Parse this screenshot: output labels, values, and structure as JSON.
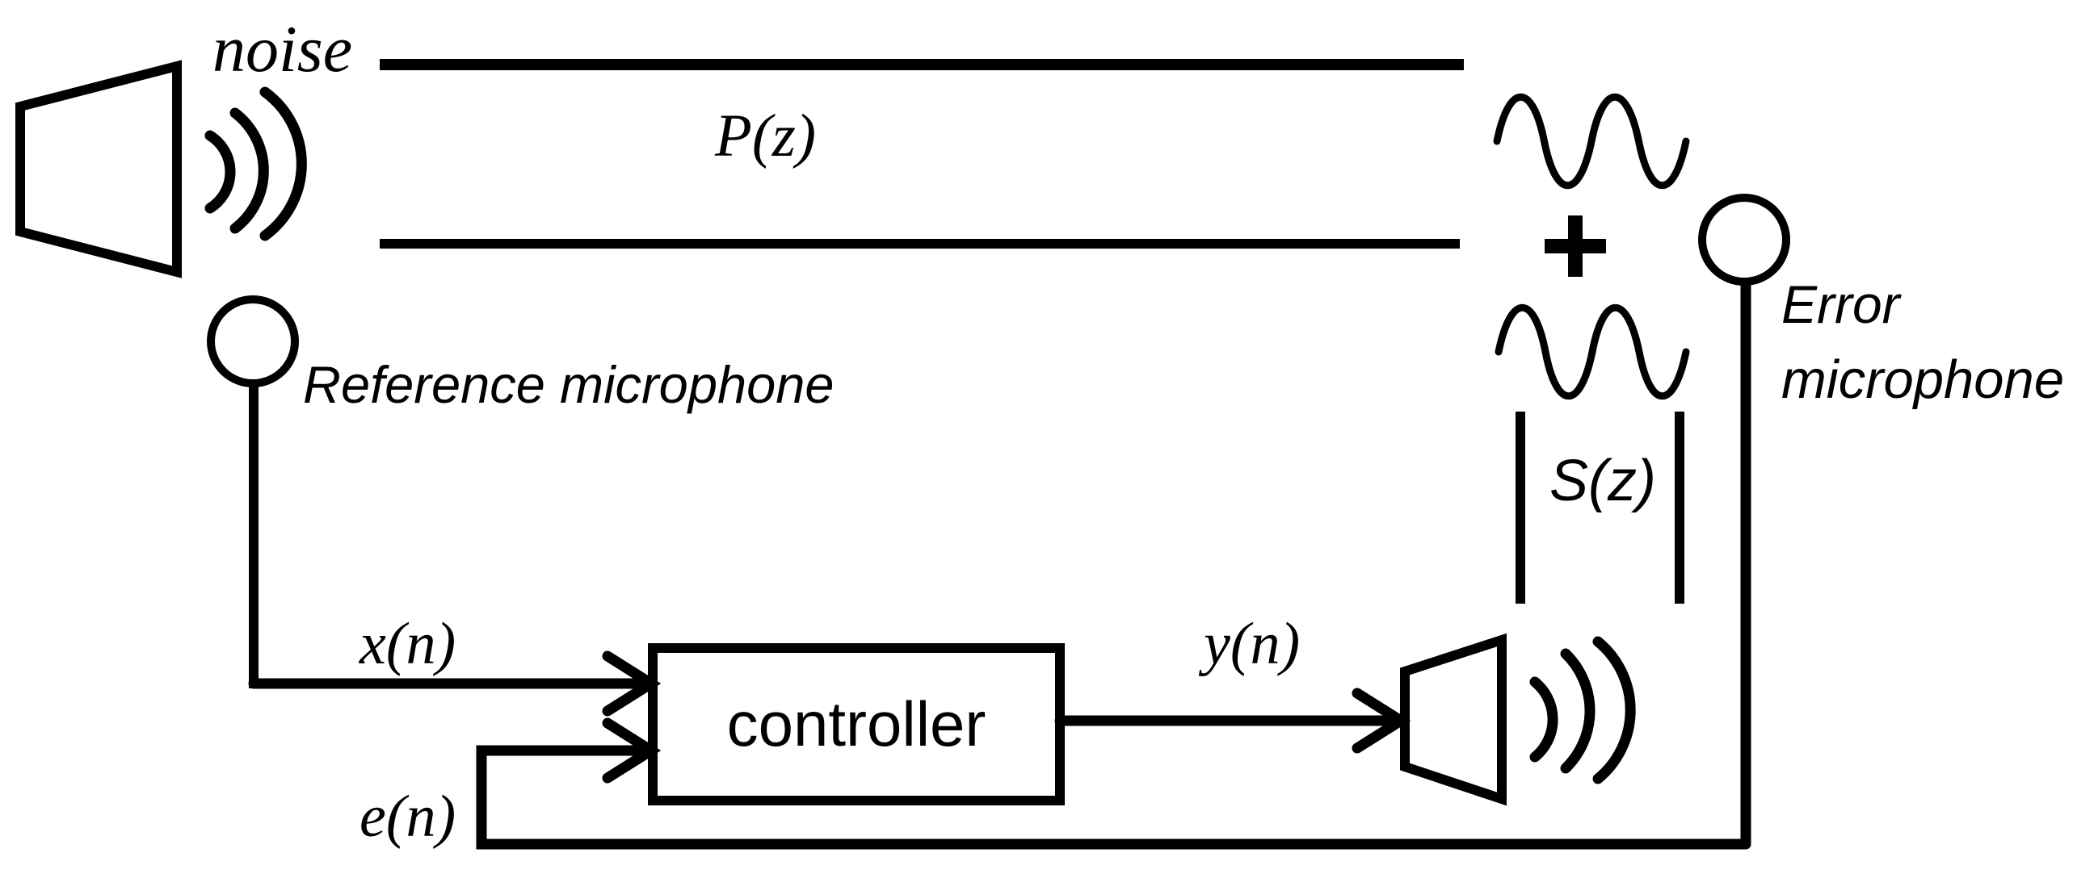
{
  "diagram": {
    "background_color": "#ffffff",
    "line_color": "#000000",
    "labels": {
      "noise": "noise",
      "primary_path": "P(z)",
      "secondary_path": "S(z)",
      "reference_microphone": "Reference microphone",
      "error_microphone_line1": "Error",
      "error_microphone_line2": "microphone",
      "reference_signal": "x(n)",
      "control_signal": "y(n)",
      "error_signal": "e(n)",
      "controller": "controller",
      "summing_junction": "+"
    }
  }
}
